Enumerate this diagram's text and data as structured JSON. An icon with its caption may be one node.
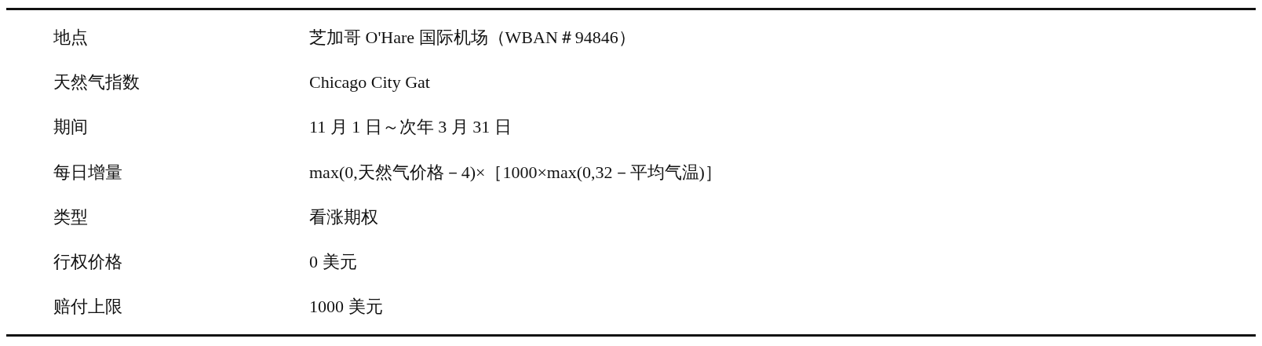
{
  "diagram": {
    "labels": [
      "地点",
      "芝加哥 O'Hare 国际机场（WBAN＃94846）",
      "天然气指数",
      "Chicago City Gat",
      "期间",
      "11 月 1 日～次年 3 月 31 日",
      "每日增量",
      "max(0,天然气价格－4)×［1000×max(0,32－平均气温)］",
      "类型",
      "看涨期权",
      "行权价格",
      "0 美元",
      "赔付上限",
      "1000 美元"
    ]
  }
}
